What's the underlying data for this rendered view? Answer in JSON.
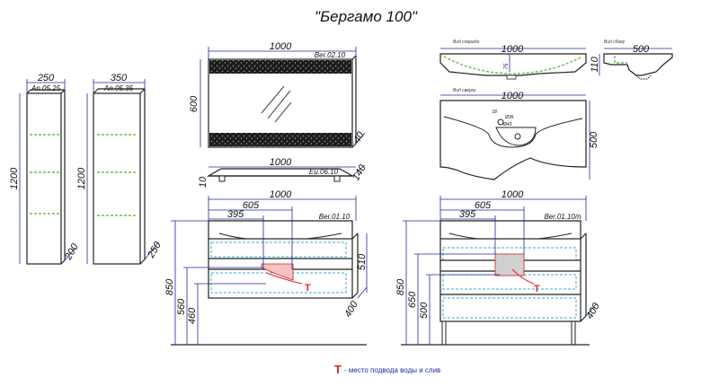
{
  "title": "\"Бергамо 100\"",
  "legend": {
    "marker": "T",
    "text": "- место подвода воды и слив"
  },
  "colors": {
    "dim": "#1c2aa0",
    "green": "#6dc04a",
    "cyan": "#39a8d8",
    "red": "#e0262b",
    "pink": "#f4c2c2"
  },
  "cabinet_narrow": {
    "code": "An.05.25",
    "width": "250",
    "height": "1200",
    "depth": "200"
  },
  "cabinet_wide": {
    "code": "An.05.35",
    "width": "350",
    "height": "1200",
    "depth": "250"
  },
  "mirror": {
    "code": "Ber.02.10",
    "width": "1000",
    "height": "600",
    "depth": "40"
  },
  "shelf": {
    "code": "Eu.06.10",
    "width": "1000",
    "thickness": "10",
    "depth": "140"
  },
  "basin_front": {
    "tag": "Вид спереди",
    "width": "1000",
    "height": "110",
    "inner": "75"
  },
  "basin_side": {
    "tag": "Вид сбоку",
    "width": "500",
    "height": "110"
  },
  "basin_top": {
    "tag": "Вид сверху",
    "width": "1000",
    "depth": "500",
    "r1": "Ø35",
    "r2": "Ø43",
    "offset": "18"
  },
  "vanity_a": {
    "code": "Ber.01.10",
    "width": "1000",
    "d605": "605",
    "d395": "395",
    "d850": "850",
    "d560": "560",
    "d460": "460",
    "d510": "510",
    "d400": "400"
  },
  "vanity_b": {
    "code": "Ber.01.10/n",
    "width": "1000",
    "d605": "605",
    "d395": "395",
    "d850": "850",
    "d650": "650",
    "d500": "500",
    "d400": "400"
  }
}
